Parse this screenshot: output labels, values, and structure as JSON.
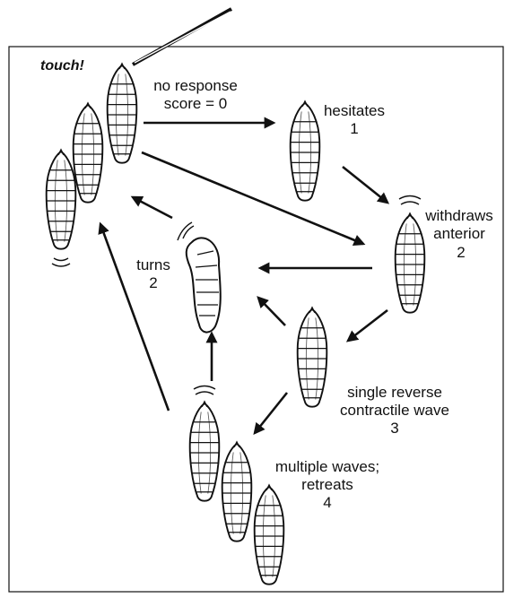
{
  "labels": {
    "touch": "touch!",
    "no_response": "no response",
    "no_response_score": "score = 0",
    "hesitates": "hesitates",
    "hesitates_score": "1",
    "withdraws_line1": "withdraws",
    "withdraws_line2": "anterior",
    "withdraws_score": "2",
    "turns": "turns",
    "turns_score": "2",
    "wave_line1": "single reverse",
    "wave_line2": "contractile wave",
    "wave_score": "3",
    "multi_line1": "multiple waves;",
    "multi_line2": "retreats",
    "multi_score": "4"
  },
  "colors": {
    "ink": "#111111",
    "paper": "#ffffff"
  }
}
